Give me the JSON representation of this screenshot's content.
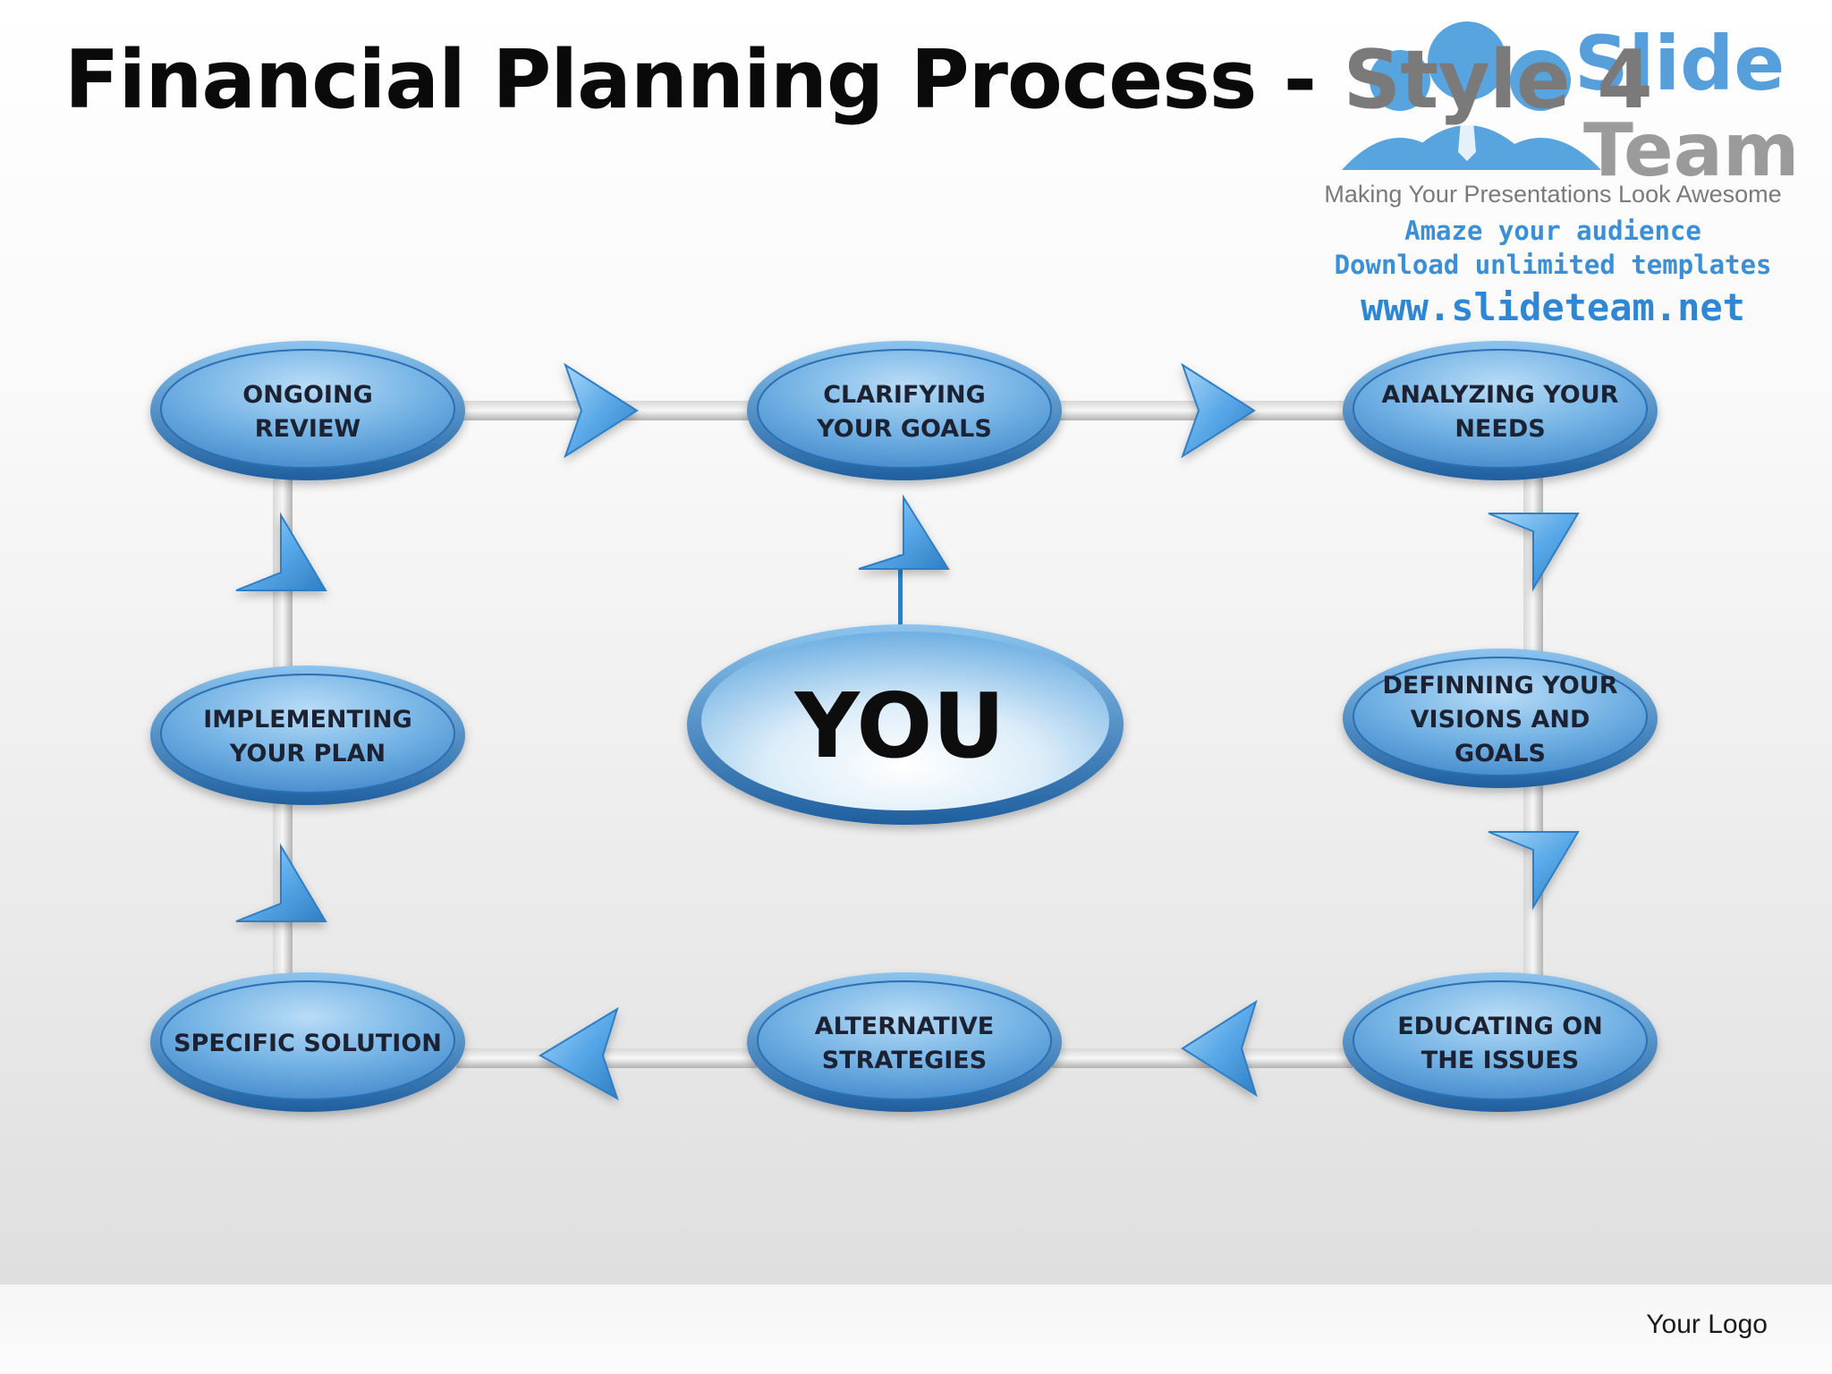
{
  "slide": {
    "title": "Financial Planning Process -",
    "subtitle": "Style 4",
    "center_label": "YOU",
    "footer_logo": "Your Logo"
  },
  "watermark": {
    "brand_line1": "Slide",
    "brand_line2": "Team",
    "tagline": "Making Your Presentations Look Awesome",
    "promo1": "Amaze your audience",
    "promo2": "Download unlimited templates",
    "url": "www.slideteam.net"
  },
  "colors": {
    "node_blue": "#5aa1dc",
    "node_dark": "#2a6fb3",
    "arrow_blue": "#4f9fe0",
    "connector": "#c4c4c4",
    "brand_blue": "#3a8fd6"
  },
  "nodes": [
    {
      "id": "ongoing-review",
      "lines": [
        "ONGOING",
        "REVIEW"
      ]
    },
    {
      "id": "clarifying-goals",
      "lines": [
        "CLARIFYING",
        "YOUR GOALS"
      ]
    },
    {
      "id": "analyzing-needs",
      "lines": [
        "ANALYZING YOUR",
        "NEEDS"
      ]
    },
    {
      "id": "defining-visions",
      "lines": [
        "DEFINNING YOUR",
        "VISIONS AND",
        "GOALS"
      ]
    },
    {
      "id": "educating-issues",
      "lines": [
        "EDUCATING ON",
        "THE ISSUES"
      ]
    },
    {
      "id": "alternative-strategies",
      "lines": [
        "ALTERNATIVE",
        "STRATEGIES"
      ]
    },
    {
      "id": "specific-solution",
      "lines": [
        "SPECIFIC SOLUTION"
      ]
    },
    {
      "id": "implementing-plan",
      "lines": [
        "IMPLEMENTING",
        "YOUR PLAN"
      ]
    }
  ]
}
